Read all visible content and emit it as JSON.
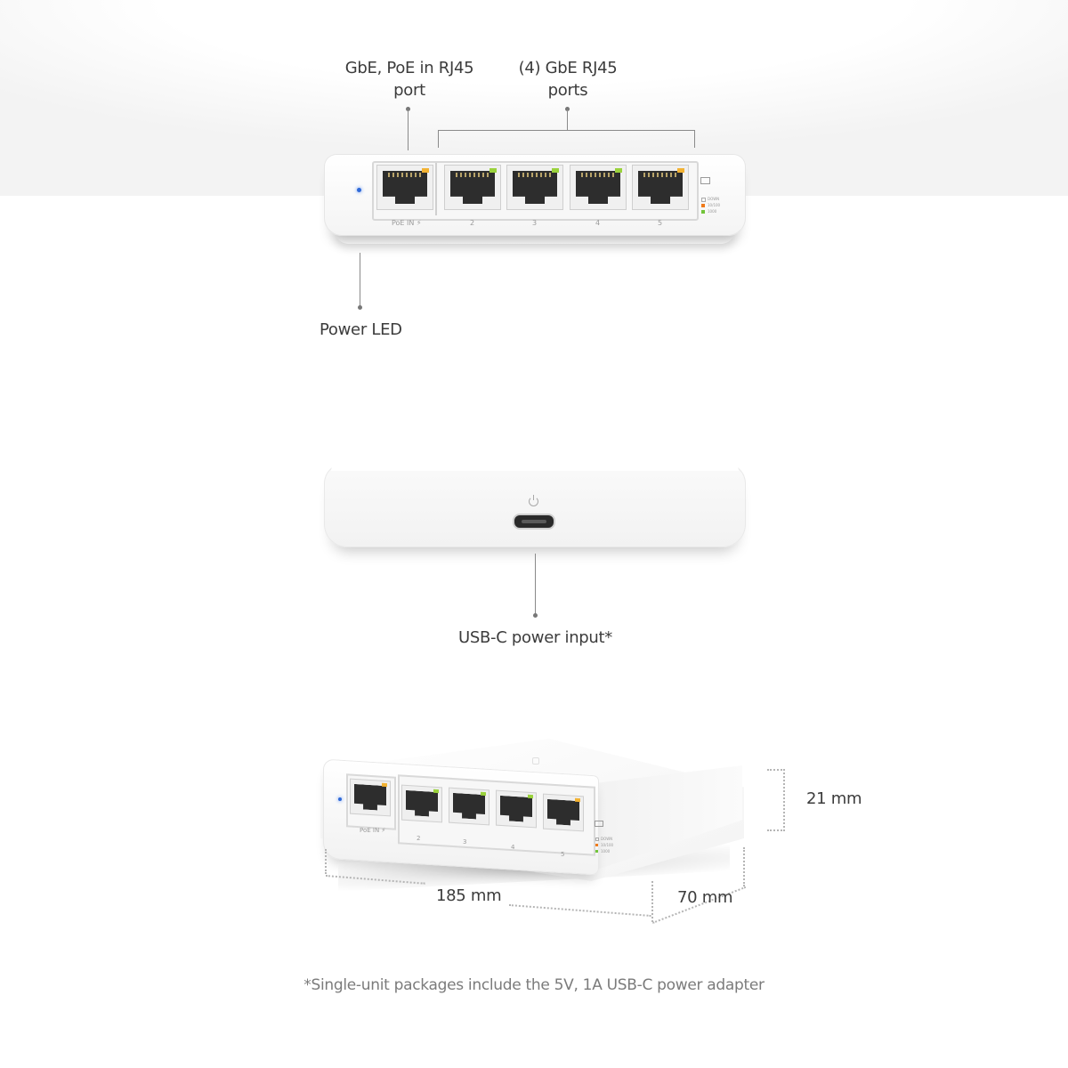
{
  "callouts": {
    "poe_in_port": [
      "GbE, PoE in RJ45",
      "port"
    ],
    "gbe_ports": [
      "(4) GbE RJ45",
      "ports"
    ],
    "power_led": "Power LED",
    "usbc_input": "USB-C power input*"
  },
  "front_panel": {
    "poe_label": "PoE IN ⚡",
    "port_numbers": [
      "2",
      "3",
      "4",
      "5"
    ],
    "legend": [
      "DOWN",
      "10/100",
      "1000"
    ]
  },
  "dimensions": {
    "height": "21 mm",
    "width": "185 mm",
    "depth": "70 mm"
  },
  "footnote": "*Single-unit packages include the 5V, 1A USB-C power adapter",
  "colors": {
    "port_led_poe": "#f2b233",
    "port_led_link": "#9ad23c",
    "power_led": "#2f6ad8",
    "legend_100": "#f07a1a",
    "legend_1000": "#72c43a"
  }
}
